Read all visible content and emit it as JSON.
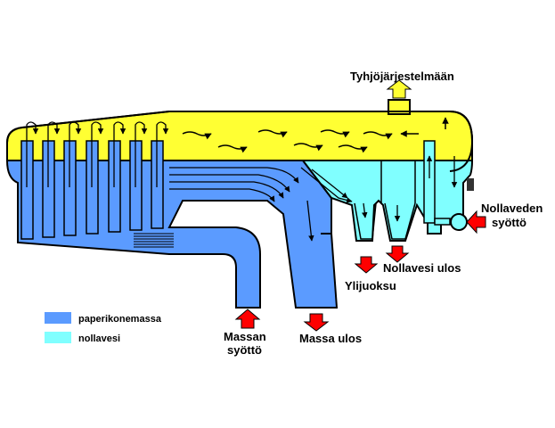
{
  "labels": {
    "vacuum": "Tyhjöjärjestelmään",
    "zero_water_feed_1": "Nollaveden",
    "zero_water_feed_2": "syöttö",
    "zero_water_out": "Nollavesi ulos",
    "overflow": "Ylijuoksu",
    "stock_feed_1": "Massan",
    "stock_feed_2": "syöttö",
    "stock_out": "Massa ulos"
  },
  "legend": [
    {
      "label": "paperikonemassa",
      "color": "#5b9bff"
    },
    {
      "label": "nollavesi",
      "color": "#80ffff"
    }
  ],
  "colors": {
    "air": "#ffff33",
    "stock": "#5b9bff",
    "zero_water": "#80ffff",
    "arrow_in_out": "#ff0000",
    "arrow_vacuum": "#ffff33"
  }
}
